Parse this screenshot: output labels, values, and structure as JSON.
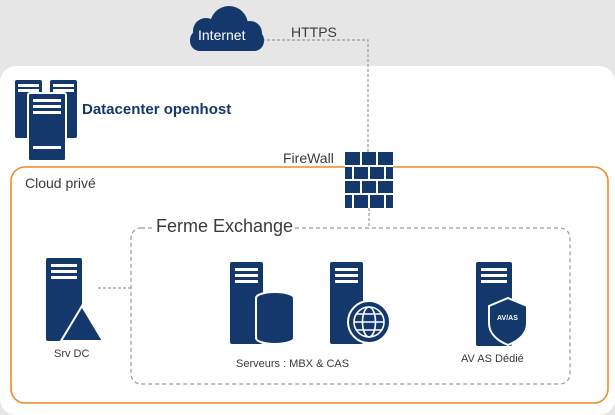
{
  "colors": {
    "navy": "#14386b",
    "orange": "#f08a24",
    "dashed": "#9a9a9a",
    "panel": "#ffffff",
    "background": "#e6e6e6"
  },
  "nodes": {
    "internet": {
      "label": "Internet",
      "icon": "cloud-icon"
    },
    "https": {
      "label": "HTTPS"
    },
    "datacenter": {
      "label": "Datacenter openhost",
      "icon": "server-rack-icon"
    },
    "firewall": {
      "label": "FireWall",
      "icon": "brick-wall-icon"
    },
    "cloud_prive": {
      "label": "Cloud privé"
    },
    "ferme": {
      "label": "Ferme Exchange"
    },
    "srv_dc": {
      "label": "Srv DC",
      "icon": "server-triangle-icon"
    },
    "serveurs": {
      "label": "Serveurs : MBX & CAS",
      "icons": [
        "server-database-icon",
        "server-globe-icon"
      ]
    },
    "avas": {
      "label": "AV AS Dédié",
      "badge": "AV/AS",
      "icon": "server-shield-icon"
    }
  }
}
